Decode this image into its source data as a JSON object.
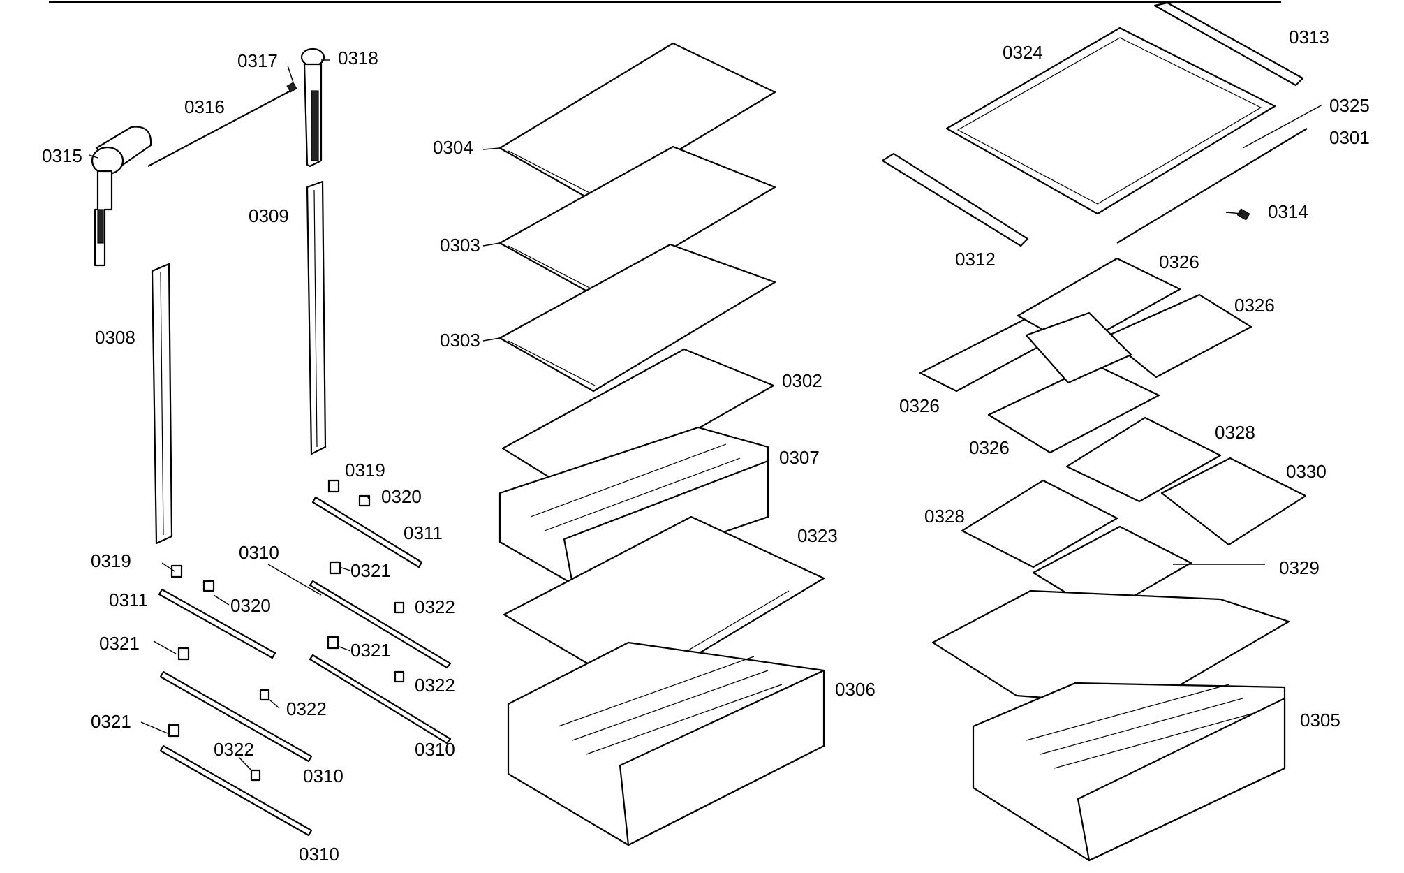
{
  "labels": {
    "p0301": "0301",
    "p0302": "0302",
    "p0303a": "0303",
    "p0303b": "0303",
    "p0304": "0304",
    "p0305": "0305",
    "p0306": "0306",
    "p0307": "0307",
    "p0308": "0308",
    "p0309": "0309",
    "p0310a": "0310",
    "p0310b": "0310",
    "p0310c": "0310",
    "p0310d": "0310",
    "p0311a": "0311",
    "p0311b": "0311",
    "p0312": "0312",
    "p0313": "0313",
    "p0314": "0314",
    "p0315": "0315",
    "p0316": "0316",
    "p0317": "0317",
    "p0318": "0318",
    "p0319a": "0319",
    "p0319b": "0319",
    "p0320a": "0320",
    "p0320b": "0320",
    "p0321a": "0321",
    "p0321b": "0321",
    "p0321c": "0321",
    "p0321d": "0321",
    "p0322a": "0322",
    "p0322b": "0322",
    "p0322c": "0322",
    "p0322d": "0322",
    "p0323": "0323",
    "p0324": "0324",
    "p0325": "0325",
    "p0326a": "0326",
    "p0326b": "0326",
    "p0326c": "0326",
    "p0326d": "0326",
    "p0328a": "0328",
    "p0328b": "0328",
    "p0329": "0329",
    "p0330": "0330"
  }
}
